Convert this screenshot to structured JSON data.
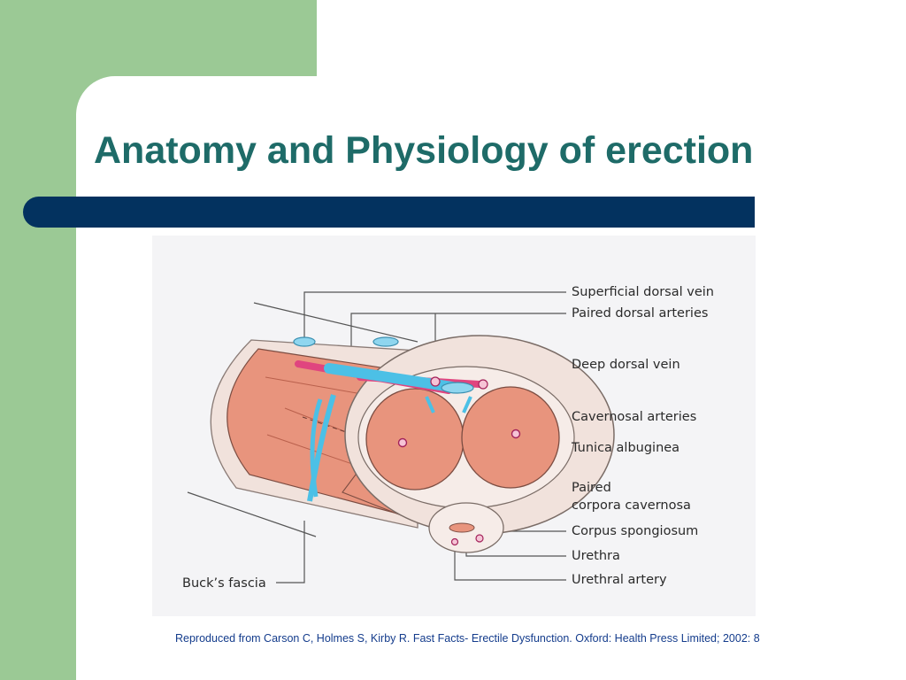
{
  "slide": {
    "title": "Anatomy and Physiology of erection",
    "caption": "Reproduced from Carson C, Holmes S, Kirby R. Fast Facts- Erectile Dysfunction. Oxford: Health Press Limited; 2002: 8"
  },
  "diagram": {
    "labels": {
      "superficial_dorsal_vein": "Superficial dorsal vein",
      "paired_dorsal_arteries": "Paired dorsal arteries",
      "deep_dorsal_vein": "Deep dorsal vein",
      "cavernosal_arteries": "Cavernosal arteries",
      "tunica_albuginea": "Tunica albuginea",
      "paired_line1": "Paired",
      "paired_line2": "corpora cavernosa",
      "corpus_spongiosum": "Corpus spongiosum",
      "urethra": "Urethra",
      "urethral_artery": "Urethral artery",
      "bucks_fascia": "Buck’s fascia"
    }
  },
  "colors": {
    "green_panel": "#9bc995",
    "title": "#1e6b68",
    "bar": "#03325f",
    "caption": "#143c8c",
    "tissue": "#e8947d",
    "fascia": "#f1e2dc",
    "vein": "#4cc0e6",
    "artery": "#e0457f"
  }
}
